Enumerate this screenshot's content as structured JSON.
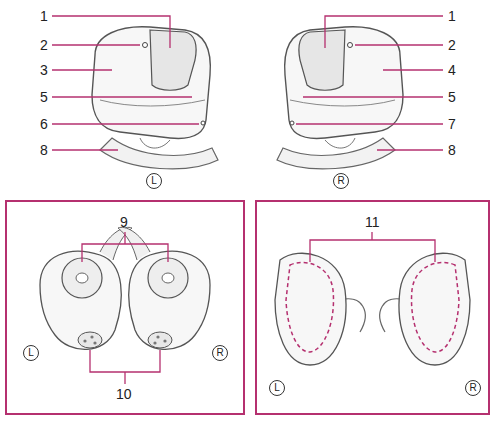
{
  "diagram": {
    "nodes": [
      {
        "text": [
          "9",
          "L",
          "R",
          "10"
        ]
      },
      {
        "text": [
          "11",
          "L",
          "R"
        ]
      }
    ],
    "labels": [
      "1",
      "2",
      "3",
      "5",
      "6",
      "8",
      "L",
      "1",
      "2",
      "4",
      "5",
      "7",
      "8",
      "R"
    ]
  }
}
